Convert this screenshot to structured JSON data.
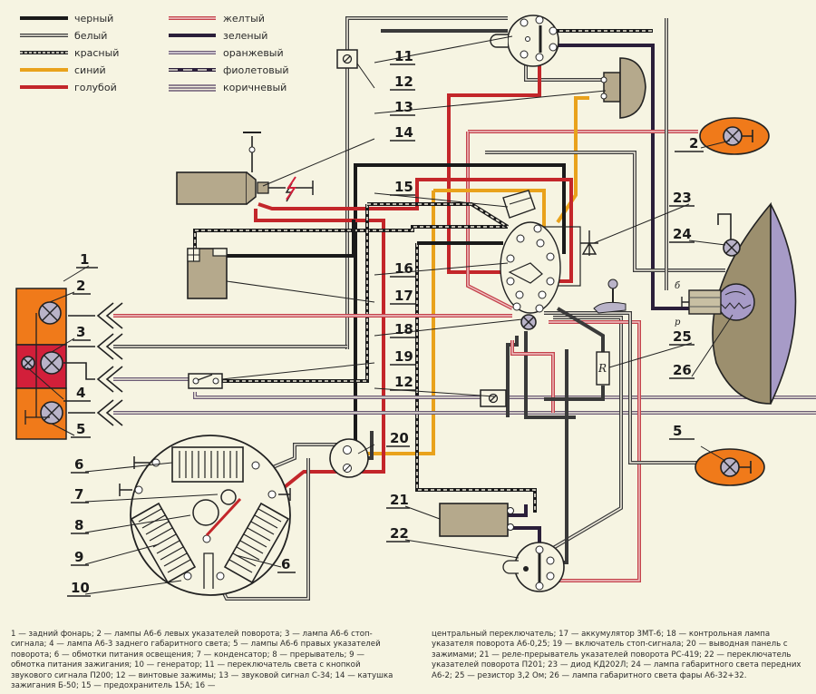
{
  "legend": {
    "left": [
      {
        "label": "черный",
        "color": "#1a1a1a",
        "style": "solid"
      },
      {
        "label": "белый",
        "color": "#3a3a3a",
        "style": "double"
      },
      {
        "label": "красный",
        "color": "#2a2a2a",
        "style": "hatched"
      },
      {
        "label": "синий",
        "color": "#e9a21c",
        "style": "solid"
      },
      {
        "label": "голубой",
        "color": "#c3262a",
        "style": "solid"
      }
    ],
    "right": [
      {
        "label": "желтый",
        "color": "#c4414a",
        "style": "double"
      },
      {
        "label": "зеленый",
        "color": "#2b1f3a",
        "style": "solid"
      },
      {
        "label": "оранжевый",
        "color": "#6b5a74",
        "style": "double"
      },
      {
        "label": "фиолетовый",
        "color": "#2b1f3a",
        "style": "dashed"
      },
      {
        "label": "коричневый",
        "color": "#6b5a74",
        "style": "triple"
      }
    ]
  },
  "labels": {
    "n1": "1",
    "n2a": "2",
    "n3": "3",
    "n4": "4",
    "n5a": "5",
    "n6a": "6",
    "n7": "7",
    "n8": "8",
    "n9": "9",
    "n10": "10",
    "n11": "11",
    "n12a": "12",
    "n13": "13",
    "n14": "14",
    "n15": "15",
    "n16": "16",
    "n17": "17",
    "n18": "18",
    "n19": "19",
    "n12b": "12",
    "n20": "20",
    "n21": "21",
    "n22": "22",
    "n23": "23",
    "n24": "24",
    "n25": "25",
    "n26": "26",
    "n2b": "2",
    "n5b": "5",
    "n6b": "6",
    "resistor": "R",
    "term_b": "б",
    "term_p": "р"
  },
  "caption": {
    "left": "1 — задний фонарь; 2 — лампы А6-6 левых указателей поворота; 3 — лампа А6-6 стоп-сигнала; 4 — лампа А6-3 заднего габаритного света; 5 — лампы А6-6 правых указателей поворота; 6 — обмотки питания освещения; 7 — конденсатор; 8 — прерыватель; 9 — обмотка питания зажигания; 10 — генератор; 11 — переключатель света с кнопкой звукового сигнала П200; 12 — винтовые зажимы; 13 — звуковой сигнал С-34; 14 — катушка зажигания Б-50; 15 — предохранитель 15А; 16 —",
    "right": "центральный переключатель; 17 — аккумулятор 3МТ-6; 18 — контрольная лампа указателя поворота А6-0,25; 19 — включатель стоп-сигнала; 20 — выводная панель с зажимами; 21 — реле-прерыватель указателей поворота РС-419; 22 — переключатель указателей поворота П201; 23 — диод КД202Л; 24 — лампа габаритного света передних А6-2; 25 — резистор 3,2 Ом; 26 — лампа габаритного света фары А6-32+32."
  },
  "colors": {
    "background": "#f6f4e2",
    "tail_light_orange": "#f07a1a",
    "tail_light_red": "#d21f3a",
    "lamp_glass": "#b9b3c8",
    "component_fill": "#b5a98c",
    "headlight_body": "#9c8f6e",
    "headlight_lens": "#a79bc7"
  }
}
